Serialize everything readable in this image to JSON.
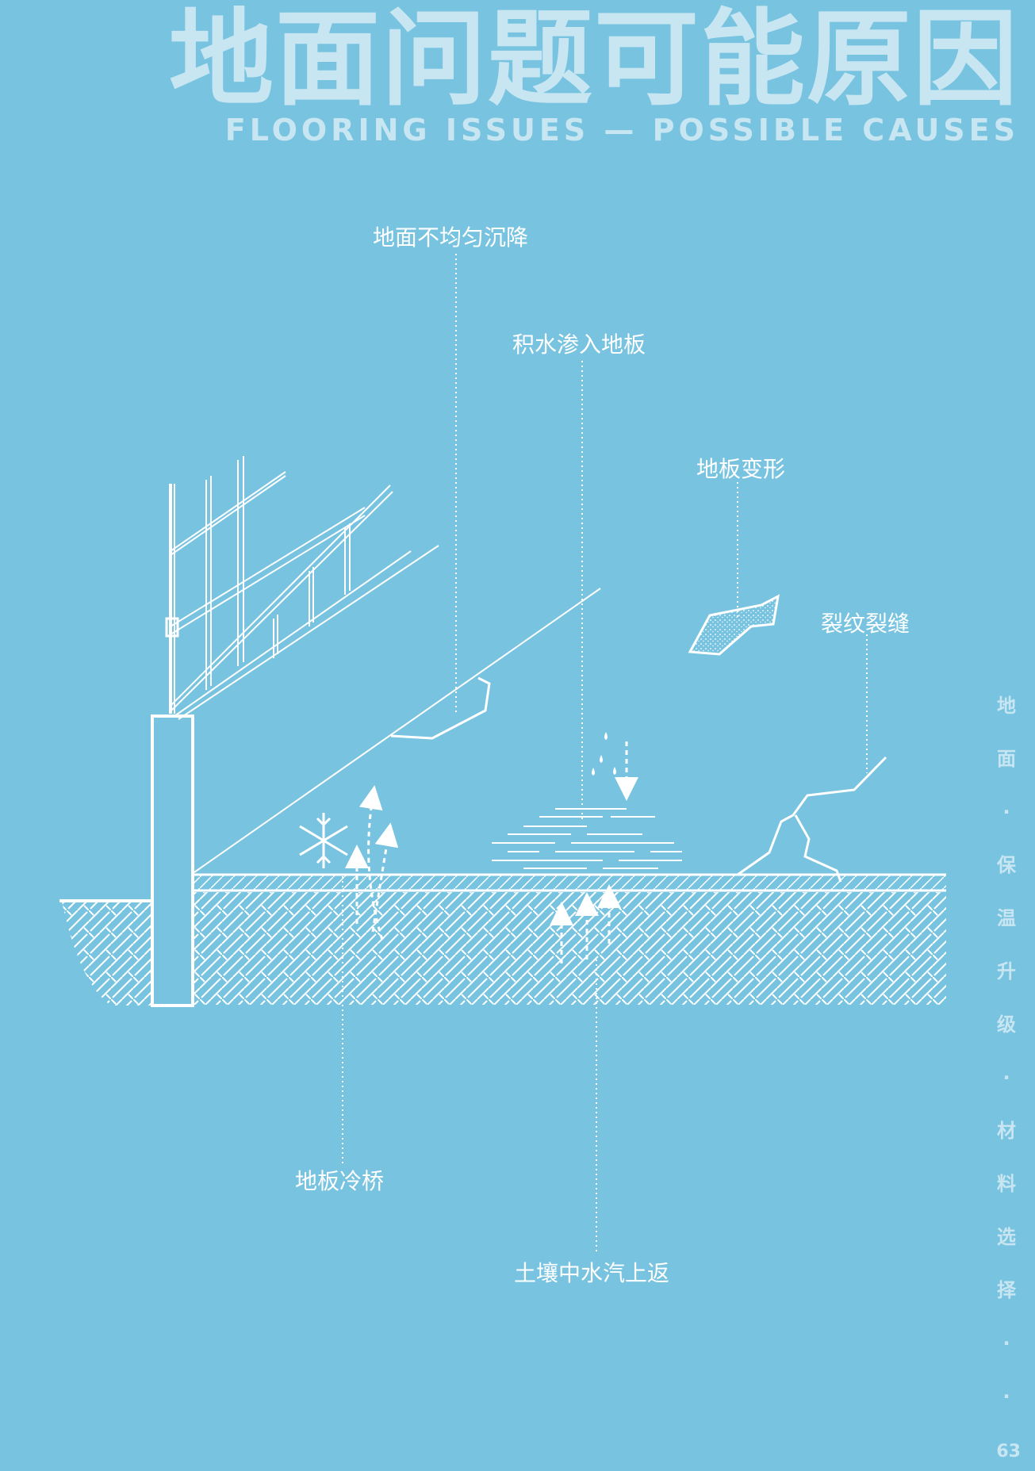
{
  "header": {
    "title_cn": "地面问题可能原因",
    "title_en": "FLOORING ISSUES — POSSIBLE CAUSES"
  },
  "diagram": {
    "labels": {
      "uneven_settlement": "地面不均匀沉降",
      "water_seepage": "积水渗入地板",
      "floor_deformation": "地板变形",
      "cracks": "裂纹裂缝",
      "cold_bridge": "地板冷桥",
      "soil_moisture": "土壤中水汽上返"
    }
  },
  "side_nav": {
    "items": [
      "地",
      "面",
      "·",
      "保",
      "温",
      "升",
      "级",
      "·",
      "材",
      "料",
      "选",
      "择",
      "·",
      "·"
    ]
  },
  "page_number": "63",
  "colors": {
    "background": "#78c3e0",
    "title": "#c8e6f2",
    "line": "#ffffff"
  }
}
